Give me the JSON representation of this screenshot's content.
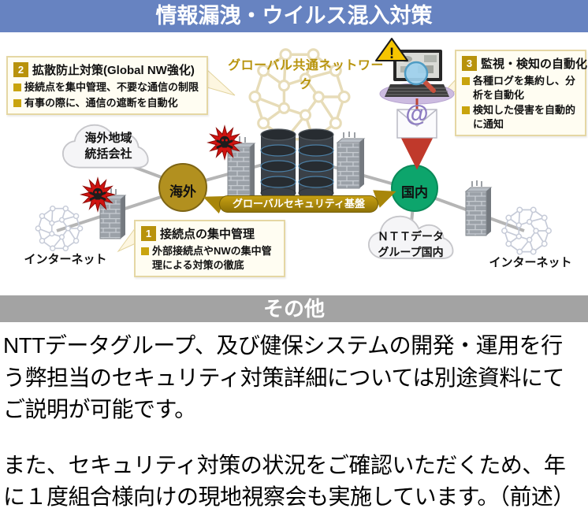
{
  "banner1": {
    "title": "情報漏洩・ウイルス混入対策"
  },
  "banner2": {
    "title": "その他"
  },
  "diagram": {
    "global_network_label": "グローバル共通ネットワーク",
    "security_platform_label": "グローバルセキュリティ基盤",
    "box2": {
      "num": "2",
      "title": "拡散防止対策(Global NW強化)",
      "bullet1": "接続点を集中管理、不要な通信の制限",
      "bullet2": "有事の際に、通信の遮断を自動化"
    },
    "box3": {
      "num": "3",
      "title": "監視・検知の自動化",
      "bullet1": "各種ログを集約し、分析を自動化",
      "bullet2": "検知した侵害を自動的に通知"
    },
    "box1": {
      "num": "1",
      "title": "接続点の集中管理",
      "bullet1": "外部接続点やNWの集中管理による対策の徹底"
    },
    "overseas_cloud_line1": "海外地域",
    "overseas_cloud_line2": "統括会社",
    "overseas_circle": "海外",
    "domestic_circle": "国内",
    "ntt_cloud_line1": "ＮＴＴデータ",
    "ntt_cloud_line2": "グループ国内",
    "internet_left": "インターネット",
    "internet_right": "インターネット",
    "colors": {
      "banner_blue": "#6783c1",
      "banner_gray": "#a3a3a3",
      "gold_accent": "#b8920b",
      "overseas_circle_fill": "#b2901f",
      "domestic_circle_fill": "#0da56c",
      "virus_red": "#d01310",
      "warning_yellow": "#f6c500"
    }
  },
  "body": {
    "para1": "NTTデータグループ、及び健保システムの開発・運用を行う弊担当のセキュリティ対策詳細については別途資料にてご説明が可能です。",
    "para2": "また、セキュリティ対策の状況をご確認いただくため、年に１度組合様向けの現地視察会も実施しています。（前述）"
  }
}
